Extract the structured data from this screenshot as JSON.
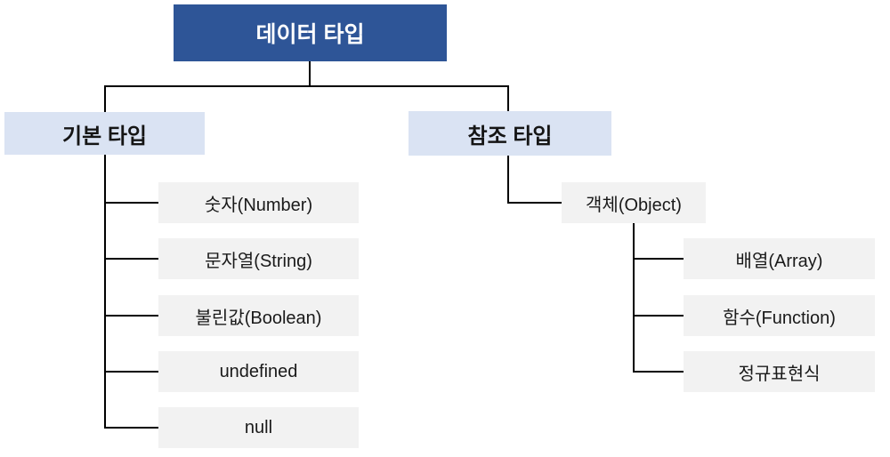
{
  "diagram": {
    "root": {
      "label": "데이터 타입"
    },
    "branches": [
      {
        "label": "기본 타입",
        "children": [
          "숫자(Number)",
          "문자열(String)",
          "불린값(Boolean)",
          "undefined",
          "null"
        ]
      },
      {
        "label": "참조 타입",
        "children": [
          {
            "label": "객체(Object)",
            "children": [
              "배열(Array)",
              "함수(Function)",
              "정규표현식"
            ]
          }
        ]
      }
    ],
    "colors": {
      "root_bg": "#2e5597",
      "root_text": "#ffffff",
      "branch_bg": "#dae3f3",
      "leaf_bg": "#f2f2f2",
      "connector": "#000000"
    }
  }
}
